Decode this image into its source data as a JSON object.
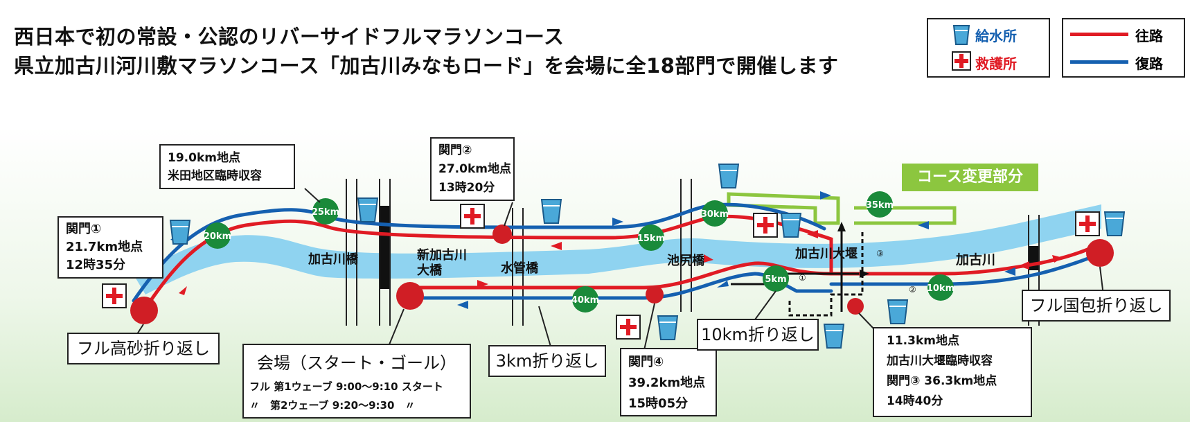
{
  "title": {
    "line1": "西日本で初の常設・公認のリバーサイドフルマラソンコース",
    "line2": "県立加古川河川敷マラソンコース「加古川みなもロード」を会場に全18部門で開催します"
  },
  "legend": {
    "water": "給水所",
    "aid": "救護所",
    "outbound": "往路",
    "return": "復路"
  },
  "colors": {
    "outbound": "#e01b24",
    "return": "#1560b0",
    "river": "#8fd3f0",
    "km_marker": "#1a8a3a",
    "change_section": "#8cc63f"
  },
  "course_change": "コース変更部分",
  "km_markers": [
    "5km",
    "10km",
    "15km",
    "20km",
    "25km",
    "30km",
    "35km",
    "40km"
  ],
  "bridges": [
    "加古川橋",
    "新加古川\n大橋",
    "水管橋",
    "池尻橋",
    "加古川大堰"
  ],
  "river_name": "加古川",
  "circled_numbers": [
    "①",
    "②",
    "③"
  ],
  "callouts": {
    "cp1": [
      "関門①",
      "21.7km地点",
      "12時35分"
    ],
    "p19": [
      "19.0km地点",
      "米田地区臨時収容"
    ],
    "cp2": [
      "関門②",
      "27.0km地点",
      "13時20分"
    ],
    "cp4": [
      "関門④",
      "39.2km地点",
      "15時05分"
    ],
    "p113": [
      "11.3km地点",
      "加古川大堰臨時収容",
      "関門③ 36.3km地点",
      "14時40分"
    ],
    "takasago": "フル高砂折り返し",
    "venue": {
      "title": "会場（スタート・ゴール）",
      "wave1": "フル 第1ウェーブ 9:00〜9:10 スタート",
      "wave2": "〃　第2ウェーブ 9:20〜9:30　〃"
    },
    "turn3": "3km折り返し",
    "turn10": "10km折り返し",
    "kunikane": "フル国包折り返し"
  }
}
